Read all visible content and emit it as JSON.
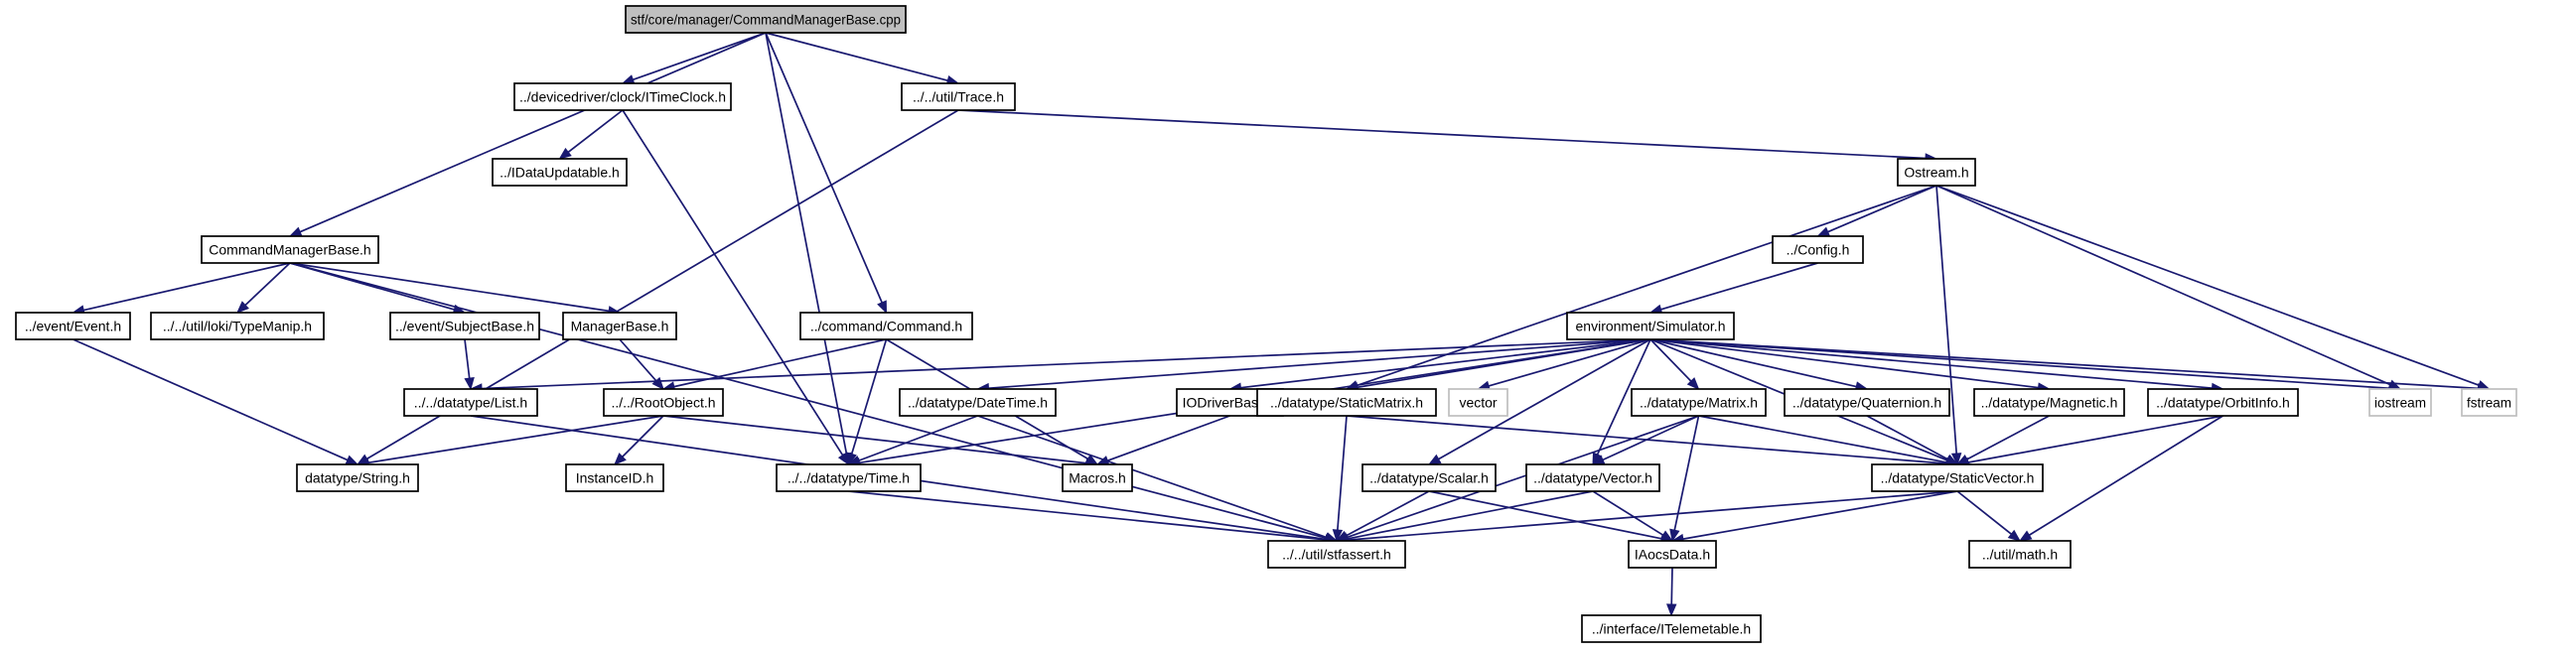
{
  "graph": {
    "colors": {
      "edge": "#191970",
      "root_fill": "#bfbfbf",
      "node_border": "#000000",
      "external_border": "#bfbfbf"
    },
    "nodes": [
      {
        "id": "root",
        "label": "stf/core/manager/CommandManagerBase.cpp",
        "kind": "root"
      },
      {
        "id": "itimeclock",
        "label": "../devicedriver/clock/ITimeClock.h",
        "kind": "file"
      },
      {
        "id": "trace",
        "label": "../../util/Trace.h",
        "kind": "file"
      },
      {
        "id": "idataupdatable",
        "label": "../IDataUpdatable.h",
        "kind": "file"
      },
      {
        "id": "ostream",
        "label": "Ostream.h",
        "kind": "file"
      },
      {
        "id": "cmbh",
        "label": "CommandManagerBase.h",
        "kind": "file"
      },
      {
        "id": "config",
        "label": "../Config.h",
        "kind": "file"
      },
      {
        "id": "event",
        "label": "../event/Event.h",
        "kind": "file"
      },
      {
        "id": "typemanip",
        "label": "../../util/loki/TypeManip.h",
        "kind": "file"
      },
      {
        "id": "subjectbase",
        "label": "../event/SubjectBase.h",
        "kind": "file"
      },
      {
        "id": "managerbase",
        "label": "ManagerBase.h",
        "kind": "file"
      },
      {
        "id": "command",
        "label": "../command/Command.h",
        "kind": "file"
      },
      {
        "id": "simulator",
        "label": "environment/Simulator.h",
        "kind": "file"
      },
      {
        "id": "list",
        "label": "../../datatype/List.h",
        "kind": "file"
      },
      {
        "id": "rootobject",
        "label": "../../RootObject.h",
        "kind": "file"
      },
      {
        "id": "datetime",
        "label": "../datatype/DateTime.h",
        "kind": "file"
      },
      {
        "id": "iodriverbase",
        "label": "IODriverBase.h",
        "kind": "file"
      },
      {
        "id": "staticmatrix",
        "label": "../datatype/StaticMatrix.h",
        "kind": "file"
      },
      {
        "id": "vector",
        "label": "vector",
        "kind": "external"
      },
      {
        "id": "matrix",
        "label": "../datatype/Matrix.h",
        "kind": "file"
      },
      {
        "id": "quaternion",
        "label": "../datatype/Quaternion.h",
        "kind": "file"
      },
      {
        "id": "magnetic",
        "label": "../datatype/Magnetic.h",
        "kind": "file"
      },
      {
        "id": "orbitinfo",
        "label": "../datatype/OrbitInfo.h",
        "kind": "file"
      },
      {
        "id": "iostream",
        "label": "iostream",
        "kind": "external"
      },
      {
        "id": "fstream",
        "label": "fstream",
        "kind": "external"
      },
      {
        "id": "string",
        "label": "datatype/String.h",
        "kind": "file"
      },
      {
        "id": "instanceid",
        "label": "InstanceID.h",
        "kind": "file"
      },
      {
        "id": "time",
        "label": "../../datatype/Time.h",
        "kind": "file"
      },
      {
        "id": "macros",
        "label": "Macros.h",
        "kind": "file"
      },
      {
        "id": "scalar",
        "label": "../datatype/Scalar.h",
        "kind": "file"
      },
      {
        "id": "vectorh",
        "label": "../datatype/Vector.h",
        "kind": "file"
      },
      {
        "id": "staticvector",
        "label": "../datatype/StaticVector.h",
        "kind": "file"
      },
      {
        "id": "stfassert",
        "label": "../../util/stfassert.h",
        "kind": "file"
      },
      {
        "id": "iaocsdata",
        "label": "IAocsData.h",
        "kind": "file"
      },
      {
        "id": "mathh",
        "label": "../util/math.h",
        "kind": "file"
      },
      {
        "id": "itelemetable",
        "label": "../interface/ITelemetable.h",
        "kind": "file"
      }
    ],
    "edges": [
      [
        "root",
        "cmbh"
      ],
      [
        "root",
        "itimeclock"
      ],
      [
        "root",
        "trace"
      ],
      [
        "root",
        "command"
      ],
      [
        "root",
        "time"
      ],
      [
        "itimeclock",
        "idataupdatable"
      ],
      [
        "itimeclock",
        "time"
      ],
      [
        "trace",
        "ostream"
      ],
      [
        "trace",
        "string"
      ],
      [
        "ostream",
        "config"
      ],
      [
        "ostream",
        "staticmatrix"
      ],
      [
        "ostream",
        "iostream"
      ],
      [
        "ostream",
        "fstream"
      ],
      [
        "ostream",
        "staticvector"
      ],
      [
        "config",
        "simulator"
      ],
      [
        "cmbh",
        "event"
      ],
      [
        "cmbh",
        "typemanip"
      ],
      [
        "cmbh",
        "subjectbase"
      ],
      [
        "cmbh",
        "managerbase"
      ],
      [
        "cmbh",
        "stfassert"
      ],
      [
        "event",
        "string"
      ],
      [
        "subjectbase",
        "list"
      ],
      [
        "managerbase",
        "rootobject"
      ],
      [
        "command",
        "rootobject"
      ],
      [
        "command",
        "time"
      ],
      [
        "command",
        "macros"
      ],
      [
        "simulator",
        "list"
      ],
      [
        "simulator",
        "time"
      ],
      [
        "simulator",
        "datetime"
      ],
      [
        "simulator",
        "iodriverbase"
      ],
      [
        "simulator",
        "staticmatrix"
      ],
      [
        "simulator",
        "vector"
      ],
      [
        "simulator",
        "scalar"
      ],
      [
        "simulator",
        "matrix"
      ],
      [
        "simulator",
        "vectorh"
      ],
      [
        "simulator",
        "quaternion"
      ],
      [
        "simulator",
        "magnetic"
      ],
      [
        "simulator",
        "orbitinfo"
      ],
      [
        "simulator",
        "staticvector"
      ],
      [
        "simulator",
        "iostream"
      ],
      [
        "simulator",
        "fstream"
      ],
      [
        "list",
        "stfassert"
      ],
      [
        "rootobject",
        "string"
      ],
      [
        "rootobject",
        "instanceid"
      ],
      [
        "rootobject",
        "macros"
      ],
      [
        "datetime",
        "time"
      ],
      [
        "datetime",
        "stfassert"
      ],
      [
        "iodriverbase",
        "macros"
      ],
      [
        "staticmatrix",
        "stfassert"
      ],
      [
        "staticmatrix",
        "staticvector"
      ],
      [
        "matrix",
        "vectorh"
      ],
      [
        "matrix",
        "stfassert"
      ],
      [
        "matrix",
        "iaocsdata"
      ],
      [
        "matrix",
        "staticvector"
      ],
      [
        "quaternion",
        "staticvector"
      ],
      [
        "magnetic",
        "staticvector"
      ],
      [
        "orbitinfo",
        "staticvector"
      ],
      [
        "orbitinfo",
        "mathh"
      ],
      [
        "time",
        "stfassert"
      ],
      [
        "scalar",
        "stfassert"
      ],
      [
        "scalar",
        "iaocsdata"
      ],
      [
        "vectorh",
        "stfassert"
      ],
      [
        "vectorh",
        "iaocsdata"
      ],
      [
        "staticvector",
        "stfassert"
      ],
      [
        "staticvector",
        "iaocsdata"
      ],
      [
        "staticvector",
        "mathh"
      ],
      [
        "iaocsdata",
        "itelemetable"
      ]
    ]
  }
}
